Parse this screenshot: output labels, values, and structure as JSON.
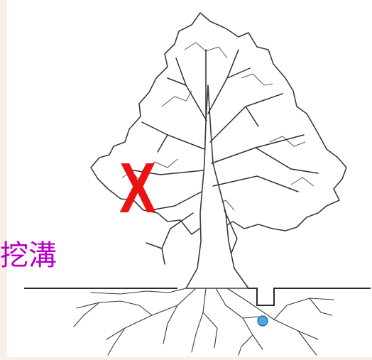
{
  "labels": {
    "trench": "挖溝",
    "mark": "X"
  },
  "colors": {
    "page_background": "#fbeee6",
    "canvas": "#ffffff",
    "ink": "#3a3a3a",
    "trench_label": "#b800c8",
    "mark": "#ee1111",
    "trench_marker": "#4aa8e0"
  },
  "icons": {
    "tree": "tree-with-roots-illustration",
    "marker": "blue-dot-marker"
  }
}
